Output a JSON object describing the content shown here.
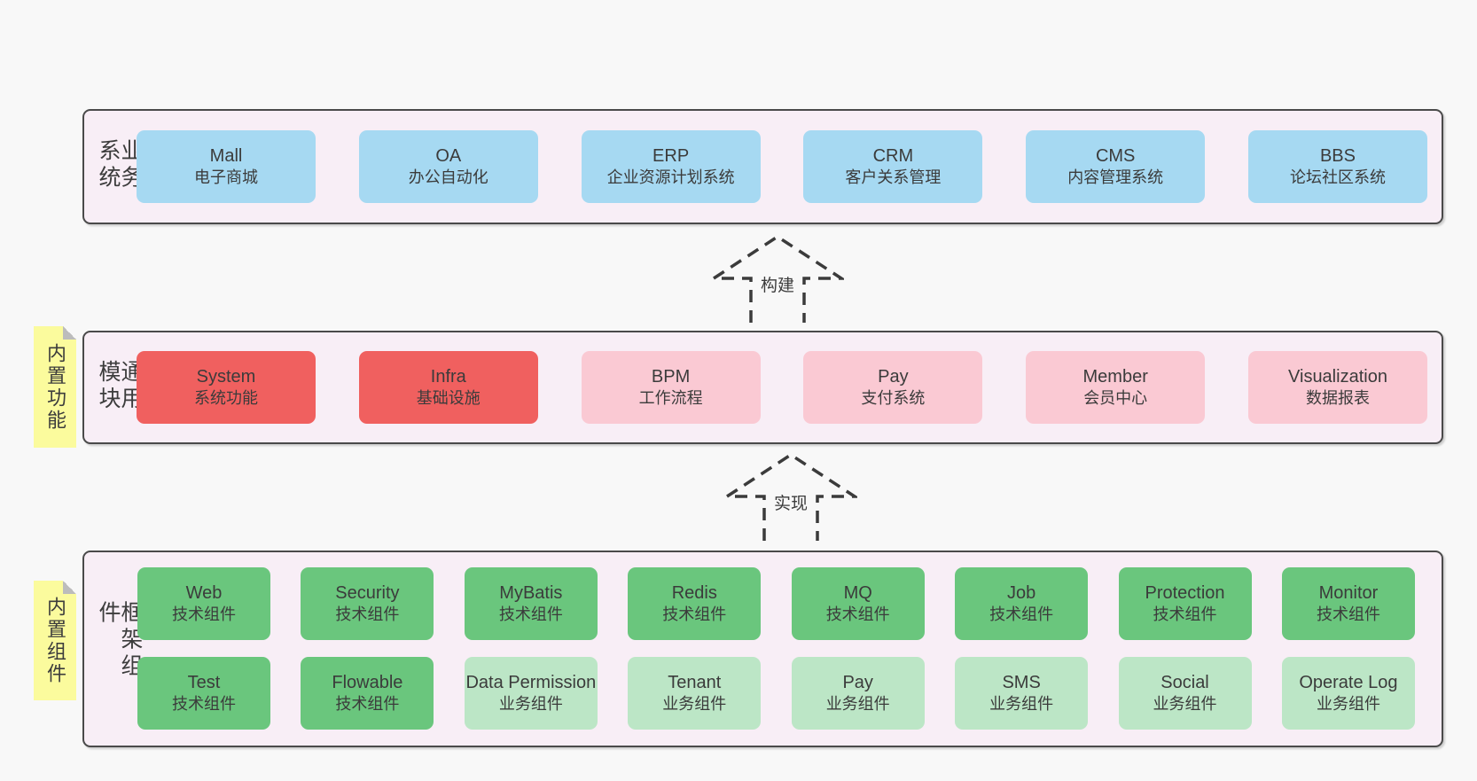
{
  "colors": {
    "page_bg": "#f8f8f8",
    "container_bg": "#f8eef6",
    "container_border": "#4a4a4a",
    "blue": "#a6d9f2",
    "red": "#f0605f",
    "pink": "#fac9d3",
    "green": "#6ac67d",
    "light_green": "#bce6c6",
    "sticky_yellow": "#fbfb9d",
    "text": "#3b3b3b"
  },
  "layers": {
    "business": {
      "side_label": "业务系统",
      "items": [
        {
          "en": "Mall",
          "zh": "电子商城"
        },
        {
          "en": "OA",
          "zh": "办公自动化"
        },
        {
          "en": "ERP",
          "zh": "企业资源计划系统"
        },
        {
          "en": "CRM",
          "zh": "客户关系管理"
        },
        {
          "en": "CMS",
          "zh": "内容管理系统"
        },
        {
          "en": "BBS",
          "zh": "论坛社区系统"
        }
      ]
    },
    "modules": {
      "tag": "内置功能",
      "side_label": "通用模块",
      "items": [
        {
          "en": "System",
          "zh": "系统功能"
        },
        {
          "en": "Infra",
          "zh": "基础设施"
        },
        {
          "en": "BPM",
          "zh": "工作流程"
        },
        {
          "en": "Pay",
          "zh": "支付系统"
        },
        {
          "en": "Member",
          "zh": "会员中心"
        },
        {
          "en": "Visualization",
          "zh": "数据报表"
        }
      ]
    },
    "components": {
      "tag": "内置组件",
      "side_label": "框架组件",
      "row1": [
        {
          "en": "Web",
          "zh": "技术组件"
        },
        {
          "en": "Security",
          "zh": "技术组件"
        },
        {
          "en": "MyBatis",
          "zh": "技术组件"
        },
        {
          "en": "Redis",
          "zh": "技术组件"
        },
        {
          "en": "MQ",
          "zh": "技术组件"
        },
        {
          "en": "Job",
          "zh": "技术组件"
        },
        {
          "en": "Protection",
          "zh": "技术组件"
        },
        {
          "en": "Monitor",
          "zh": "技术组件"
        }
      ],
      "row2": [
        {
          "en": "Test",
          "zh": "技术组件"
        },
        {
          "en": "Flowable",
          "zh": "技术组件"
        },
        {
          "en": "Data Permission",
          "zh": "业务组件"
        },
        {
          "en": "Tenant",
          "zh": "业务组件"
        },
        {
          "en": "Pay",
          "zh": "业务组件"
        },
        {
          "en": "SMS",
          "zh": "业务组件"
        },
        {
          "en": "Social",
          "zh": "业务组件"
        },
        {
          "en": "Operate Log",
          "zh": "业务组件"
        }
      ]
    }
  },
  "arrows": [
    {
      "label": "构建"
    },
    {
      "label": "实现"
    }
  ]
}
